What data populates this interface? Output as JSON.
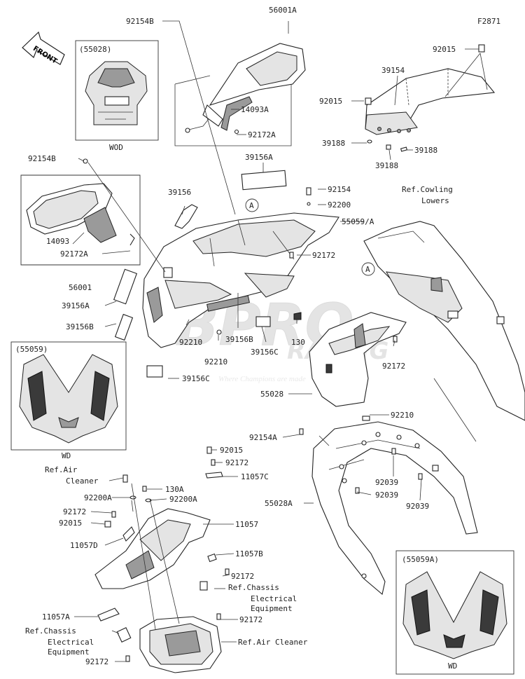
{
  "figure_code": "F2871",
  "front_label": "FRONT",
  "watermark": {
    "brand": "BPRO",
    "sub": "RACING",
    "tagline": "Where Champions are made"
  },
  "insets": {
    "wod_box": {
      "code": "(55028)",
      "caption": "WOD"
    },
    "wd_box_left": {
      "code": "(55059)",
      "caption": "WD"
    },
    "wd_box_right": {
      "code": "(55059A)",
      "caption": "WD"
    }
  },
  "callouts": {
    "c_A": "A",
    "c_A2": "A"
  },
  "labels": {
    "l_92154B_top": "92154B",
    "l_56001A": "56001A",
    "l_14093A": "14093A",
    "l_92172A_top": "92172A",
    "l_92015_tr": "92015",
    "l_39154": "39154",
    "l_92015_r": "92015",
    "l_39188_a": "39188",
    "l_39188_b": "39188",
    "l_39188_c": "39188",
    "l_92154B_left": "92154B",
    "l_39156A_top": "39156A",
    "l_39156": "39156",
    "l_92154": "92154",
    "l_92200": "92200",
    "l_ref_cowling_1": "Ref.Cowling",
    "l_ref_cowling_2": "Lowers",
    "l_55059A": "55059/A",
    "l_14093": "14093",
    "l_92172A_left": "92172A",
    "l_92172_mid": "92172",
    "l_56001": "56001",
    "l_39156A_left": "39156A",
    "l_39156B_left": "39156B",
    "l_92210_a": "92210",
    "l_39156B_mid": "39156B",
    "l_92210_b": "92210",
    "l_39156C_mid": "39156C",
    "l_130": "130",
    "l_92172_r": "92172",
    "l_39156C_low": "39156C",
    "l_55028": "55028",
    "l_92210_c": "92210",
    "l_92154A": "92154A",
    "l_92015_mid": "92015",
    "l_92172_b": "92172",
    "l_ref_air_1": "Ref.Air",
    "l_ref_air_2": "Cleaner",
    "l_11057C": "11057C",
    "l_130A": "130A",
    "l_92200A_a": "92200A",
    "l_92200A_b": "92200A",
    "l_92172_c": "92172",
    "l_92015_c": "92015",
    "l_11057": "11057",
    "l_11057D": "11057D",
    "l_11057B": "11057B",
    "l_92172_d": "92172",
    "l_ref_chassis_r1": "Ref.Chassis",
    "l_ref_chassis_r2": "Electrical",
    "l_ref_chassis_r3": "Equipment",
    "l_92172_e": "92172",
    "l_11057A": "11057A",
    "l_ref_chassis_l1": "Ref.Chassis",
    "l_ref_chassis_l2": "Electrical",
    "l_ref_chassis_l3": "Equipment",
    "l_ref_air_cleaner": "Ref.Air Cleaner",
    "l_92172_f": "92172",
    "l_92039_a": "92039",
    "l_92039_b": "92039",
    "l_92039_c": "92039",
    "l_55028A": "55028A"
  }
}
